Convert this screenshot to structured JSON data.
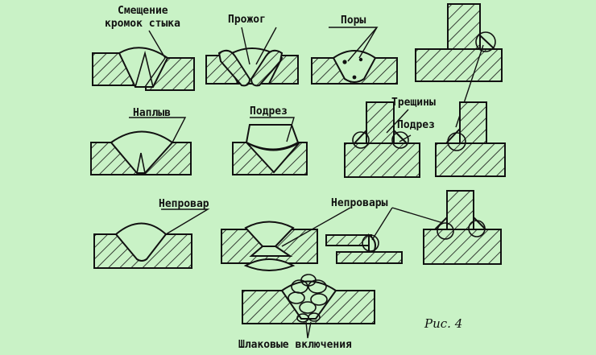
{
  "labels": {
    "edge_offset_line1": "Смещение",
    "edge_offset_line2": "кромок стыка",
    "burn_through": "Прожог",
    "pores": "Поры",
    "overlap": "Наплыв",
    "undercut_1": "Подрез",
    "cracks": "Трещины",
    "undercut_2": "Подрез",
    "lack_of_fusion": "Непровар",
    "lack_of_fusions": "Непровары",
    "slag_inclusions": "Шлаковые включения",
    "figure_caption": "Рис. 4"
  },
  "colors": {
    "background": "#c9f2c6",
    "ink": "#111111"
  }
}
